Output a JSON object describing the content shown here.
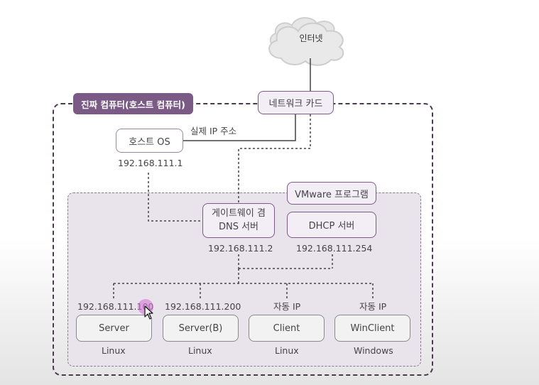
{
  "internet": {
    "label": "인터넷"
  },
  "nic": {
    "label": "네트워크 카드"
  },
  "host_area": {
    "title": "진짜 컴퓨터(호스트 컴퓨터)"
  },
  "host_os": {
    "label": "호스트 OS",
    "ip": "192.168.111.1"
  },
  "real_ip_label": "실제 IP 주소",
  "vmware": {
    "label": "VMware 프로그램"
  },
  "gateway": {
    "line1": "게이트웨이 겸",
    "line2": "DNS 서버",
    "ip": "192.168.111.2"
  },
  "dhcp": {
    "label": "DHCP 서버",
    "ip": "192.168.111.254"
  },
  "machines": [
    {
      "name": "Server",
      "ip": "192.168.111.100",
      "os": "Linux"
    },
    {
      "name": "Server(B)",
      "ip": "192.168.111.200",
      "os": "Linux"
    },
    {
      "name": "Client",
      "ip": "자동 IP",
      "os": "Linux"
    },
    {
      "name": "WinClient",
      "ip": "자동 IP",
      "os": "Windows"
    }
  ],
  "colors": {
    "accent": "#7b5a86",
    "vm_area_bg": "#e9e3ec",
    "line": "#444444"
  },
  "icons": {
    "cloud": "cloud-icon",
    "cursor": "mouse-pointer-icon"
  }
}
